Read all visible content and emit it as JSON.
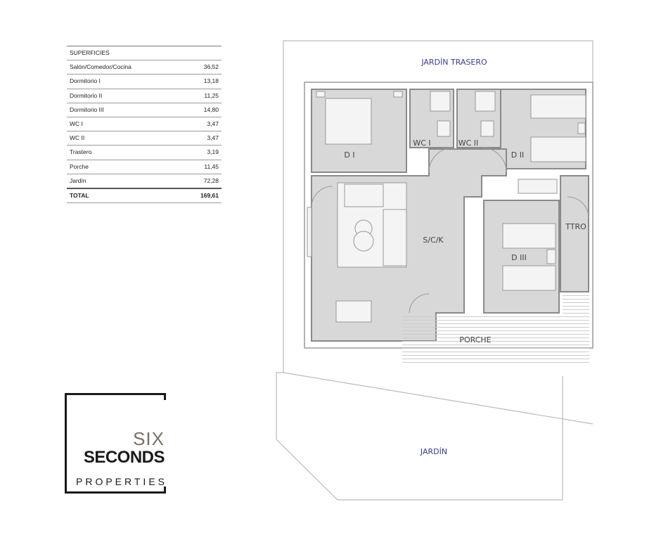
{
  "table": {
    "header": "SUPERFICIES",
    "rows": [
      {
        "label": "Salón/Comedor/Cocina",
        "value": "36,52"
      },
      {
        "label": "Dormitorio I",
        "value": "13,18"
      },
      {
        "label": "Dormitorio II",
        "value": "11,25"
      },
      {
        "label": "Dormitorio III",
        "value": "14,80"
      },
      {
        "label": "WC I",
        "value": "3,47"
      },
      {
        "label": "WC II",
        "value": "3,47"
      },
      {
        "label": "Trastero",
        "value": "3,19"
      },
      {
        "label": "Porche",
        "value": "11,45"
      },
      {
        "label": "Jardín",
        "value": "72,28"
      }
    ],
    "total_label": "TOTAL",
    "total_value": "169,61"
  },
  "plan": {
    "jardin_trasero": "JARDÍN TRASERO",
    "di": "D I",
    "wc1": "WC I",
    "wc2": "WC II",
    "dii": "D II",
    "sck": "S/C/K",
    "diii": "D III",
    "ttro": "TTRO",
    "porche": "PORCHE",
    "jardin": "JARDÍN"
  },
  "logo": {
    "six": "SIX",
    "seconds": "SECONDS",
    "properties": "PROPERTIES"
  }
}
